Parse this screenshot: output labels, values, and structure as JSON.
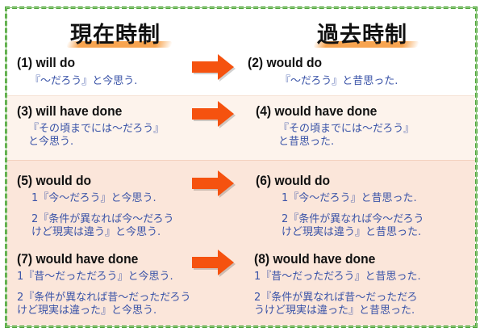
{
  "headings": {
    "present": "現在時制",
    "past": "過去時制"
  },
  "colors": {
    "border": "#4ea43a",
    "arrow": "#f5520f",
    "title_text": "#111111",
    "desc_text": "#3b54a8",
    "band_light": "#fdf3ec",
    "band_peach": "#fbe6da",
    "underline": "#f7a450"
  },
  "rows": [
    {
      "left": {
        "title": "(1) will do",
        "lines": [
          "『～だろう』と今思う."
        ]
      },
      "right": {
        "title": "(2) would do",
        "lines": [
          "『～だろう』と昔思った."
        ]
      }
    },
    {
      "left": {
        "title": "(3) will have done",
        "lines": [
          "『その頃までには～だろう』",
          "と今思う."
        ]
      },
      "right": {
        "title": "(4) would have done",
        "lines": [
          "『その頃までには～だろう』",
          "と昔思った."
        ]
      }
    },
    {
      "left": {
        "title": "(5) would do",
        "lines": [
          "1『今～だろう』と今思う.",
          "2『条件が異なれば今～だろう",
          "けど現実は違う』と今思う."
        ]
      },
      "right": {
        "title": "(6) would do",
        "lines": [
          "1『今～だろう』と昔思った.",
          "2『条件が異なれば今～だろう",
          "けど現実は違う』と昔思った."
        ]
      }
    },
    {
      "left": {
        "title": "(7) would have done",
        "lines": [
          "1『昔～だっただろう』と今思う.",
          "2『条件が異なれば昔～だっただろう",
          "けど現実は違った』と今思う."
        ]
      },
      "right": {
        "title": "(8) would have done",
        "lines": [
          "1『昔～だっただろう』と昔思った.",
          "2『条件が異なれば昔～だっただろ",
          "うけど現実は違った』と昔思った."
        ]
      }
    }
  ],
  "arrow_icon": "right-arrow-icon"
}
